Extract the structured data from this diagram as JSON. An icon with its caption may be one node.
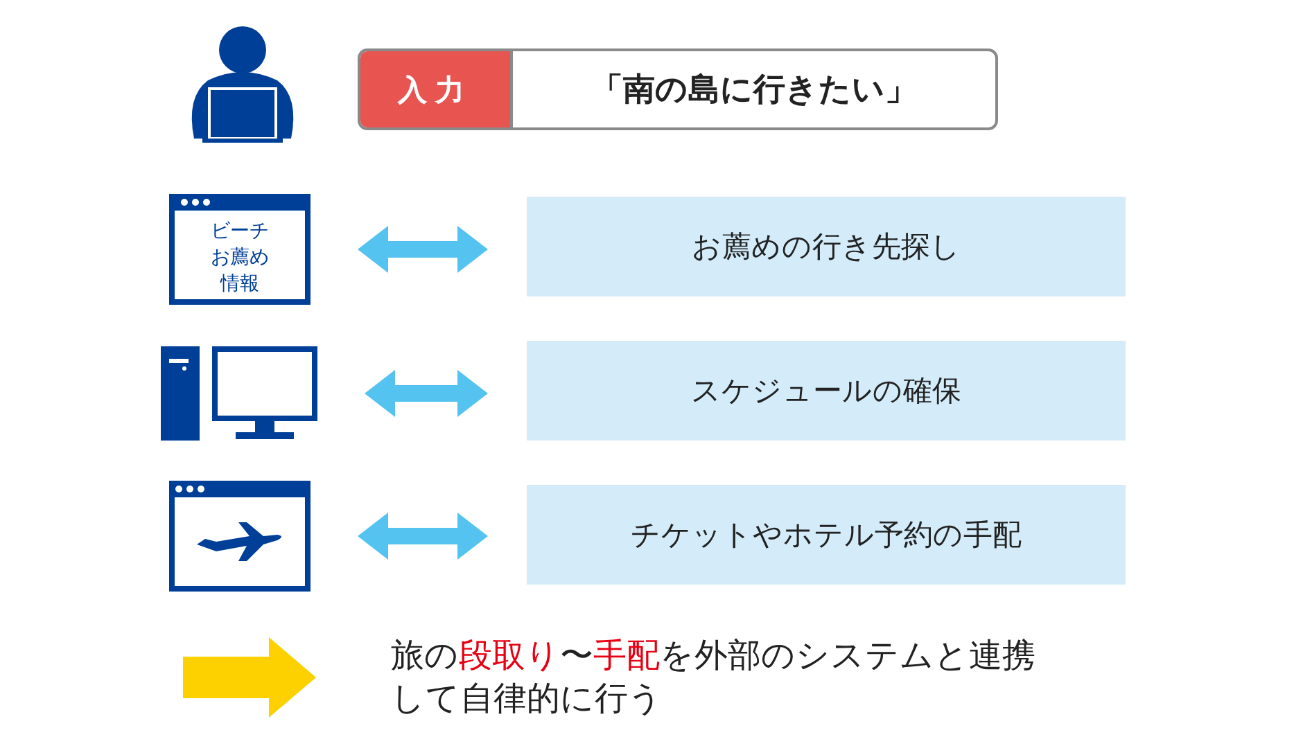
{
  "diagram": {
    "nodes": [
      {
        "text": [
          "入力",
          "「南の島に行きたい」"
        ]
      },
      {
        "text": [
          "ビーチお薦め情報"
        ]
      },
      {
        "text": [
          "お薦めの行き先探し"
        ]
      },
      {
        "text": [],
        "shape": "computer"
      },
      {
        "text": [
          "スケジュールの確保"
        ]
      },
      {
        "text": [],
        "shape": "window"
      },
      {
        "text": [
          "チケットやホテル予約の手配"
        ]
      }
    ],
    "edges": [
      {
        "from": 1,
        "to": 2,
        "arrow": "both"
      },
      {
        "from": 3,
        "to": 4,
        "arrow": "both"
      },
      {
        "from": 5,
        "to": 6,
        "arrow": "both"
      }
    ],
    "labels": [
      "旅の**段取り**〜**手配**を外部のシステムと連携して自律的に行う"
    ]
  }
}
